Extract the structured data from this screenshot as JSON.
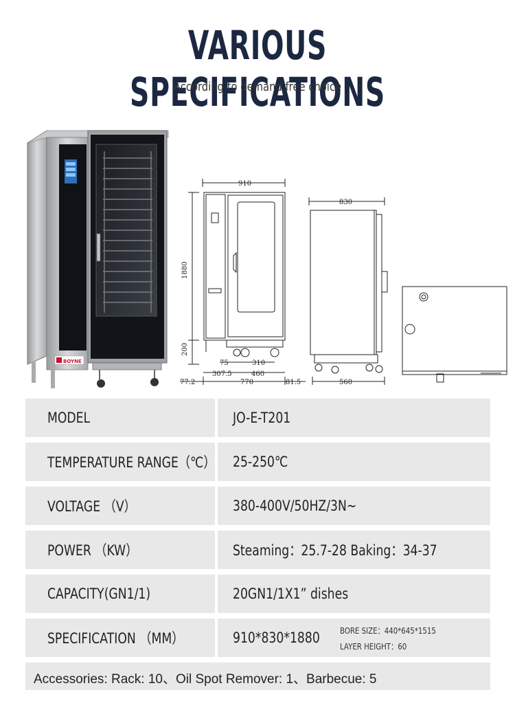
{
  "header": {
    "title": "VARIOUS SPECIFICATIONS",
    "subtitle": "According to demand,free choice"
  },
  "brand": {
    "logo_text": "BOYNE"
  },
  "dimensions": {
    "front_width": "910",
    "height": "1880",
    "leg_height": "200",
    "dim_75": "75",
    "dim_310": "310",
    "dim_307_5": "307.5",
    "dim_460": "460",
    "dim_77_2": "77.2",
    "dim_770": "770",
    "dim_81_5": "81.5",
    "side_depth": "830",
    "side_base": "560"
  },
  "specs": [
    {
      "label": "MODEL",
      "value": "JO-E-T201"
    },
    {
      "label": "TEMPERATURE RANGE（℃）",
      "value": "25-250℃"
    },
    {
      "label": "VOLTAGE （V）",
      "value": "380-400V/50HZ/3N~"
    },
    {
      "label": "POWER （KW）",
      "value": "Steaming：25.7-28  Baking：34-37"
    },
    {
      "label": "CAPACITY(GN1/1)",
      "value": "20GN1/1X1” dishes"
    },
    {
      "label": "SPECIFICATION （MM）",
      "value": "910*830*1880",
      "bore_size": "BORE SIZE：440*645*1515",
      "layer_height": "LAYER HEIGHT：60"
    }
  ],
  "accessories": "Accessories: Rack: 10、Oil Spot Remover: 1、Barbecue: 5",
  "colors": {
    "title": "#1c2741",
    "row_bg": "#e8e8e8",
    "logo_red": "#c8102e"
  }
}
